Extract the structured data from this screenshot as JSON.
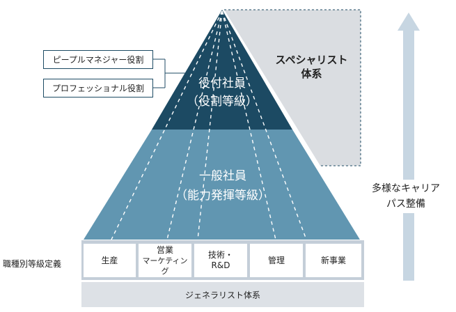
{
  "diagram": {
    "executive": {
      "line1": "役付社員",
      "line2": "（役割等級）"
    },
    "general": {
      "line1": "一般社員",
      "line2": "（能力発揮等級）"
    },
    "specialist": {
      "line1": "スペシャリスト",
      "line2": "体系"
    },
    "roles": [
      {
        "label": "ピープルマネジャー役割"
      },
      {
        "label": "プロフェッショナル役割"
      }
    ],
    "job_grade_label": "職種別等級定義",
    "departments": [
      {
        "line1": "生産",
        "line2": ""
      },
      {
        "line1": "営業",
        "line2": "マーケティング"
      },
      {
        "line1": "技術・",
        "line2": "R&D"
      },
      {
        "line1": "管理",
        "line2": ""
      },
      {
        "line1": "新事業",
        "line2": ""
      }
    ],
    "generalist": "ジェネラリスト体系",
    "career_path": {
      "line1": "多様なキャリア",
      "line2": "パス整備"
    },
    "colors": {
      "executive_fill": "#1c4a63",
      "general_fill": "#6196b1",
      "specialist_fill": "#dadde1",
      "department_band": "#c4ced8",
      "generalist_band": "#dde1e6",
      "arrow": "#c7d6e2"
    }
  }
}
